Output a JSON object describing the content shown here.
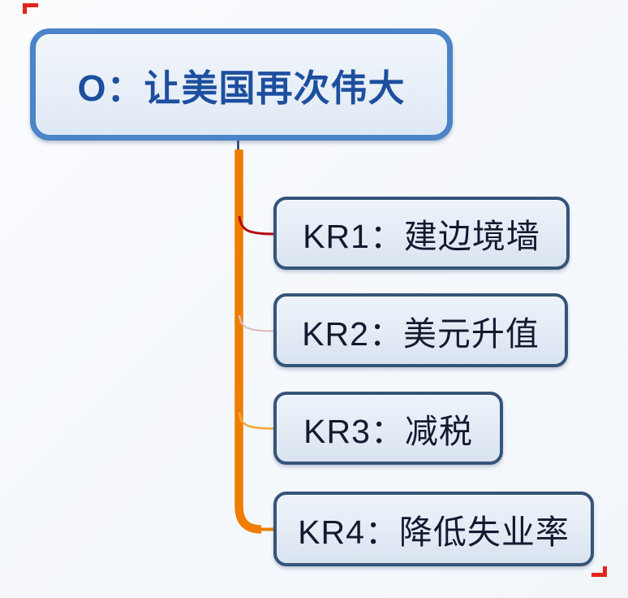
{
  "page": {
    "background_tint": "#f5f8fc",
    "description": "OKR mind map"
  },
  "mindmap": {
    "root": {
      "label": "O：让美国再次伟大",
      "text_color": "#1d4f9e",
      "border_color": "#4b84c7",
      "fill_top": "#f2f6fb",
      "fill_bottom": "#dfe9f4"
    },
    "trunk_color": "#ef7d00",
    "root_stub_color": "#1b3a63",
    "node_style": {
      "border_color": "#365478",
      "text_color": "#131a30",
      "fill_top": "#eef3fa",
      "fill_bottom": "#d9e3ef"
    },
    "children": [
      {
        "label": "KR1：建边境墙",
        "branch_color": "#b50d0d"
      },
      {
        "label": "KR2：美元升值",
        "branch_color": "#dcbfbc"
      },
      {
        "label": "KR3：减税",
        "branch_color": "#f2a93e"
      },
      {
        "label": "KR4：降低失业率",
        "branch_color": "#ef7d00"
      }
    ]
  },
  "artifacts": {
    "corner_mark_color": "#e1251b"
  }
}
